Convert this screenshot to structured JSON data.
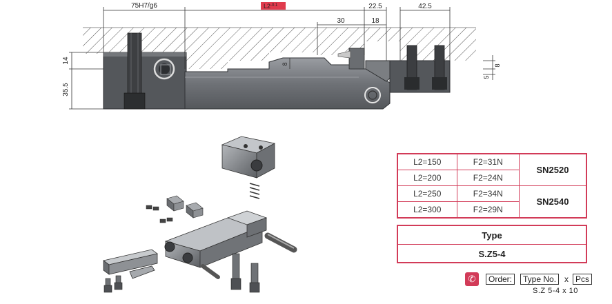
{
  "dimensions": {
    "fit": "75H7/g6",
    "length": "L2",
    "length_tol": "-0.1",
    "d_22_5": "22.5",
    "d_42_5": "42.5",
    "d_30": "30",
    "d_18": "18",
    "d_14": "14",
    "d_35_5": "35.5",
    "d_8": "8",
    "d_5": "5",
    "d_8b": "8"
  },
  "spec_table": {
    "rows": [
      {
        "length": "L2=150",
        "force": "F2=31N"
      },
      {
        "length": "L2=200",
        "force": "F2=24N"
      },
      {
        "length": "L2=250",
        "force": "F2=34N"
      },
      {
        "length": "L2=300",
        "force": "F2=29N"
      }
    ],
    "models": [
      "SN2520",
      "SN2540"
    ]
  },
  "type_box": {
    "label": "Type",
    "value": "S.Z5-4"
  },
  "order": {
    "order_label": "Order:",
    "type_no_label": "Type No.",
    "times": "x",
    "pcs_label": "Pcs",
    "example": "S.Z 5-4  x  10"
  },
  "colors": {
    "accent": "#d23b58",
    "part_gray": "#6e7176",
    "dark_gray": "#3e4044"
  }
}
